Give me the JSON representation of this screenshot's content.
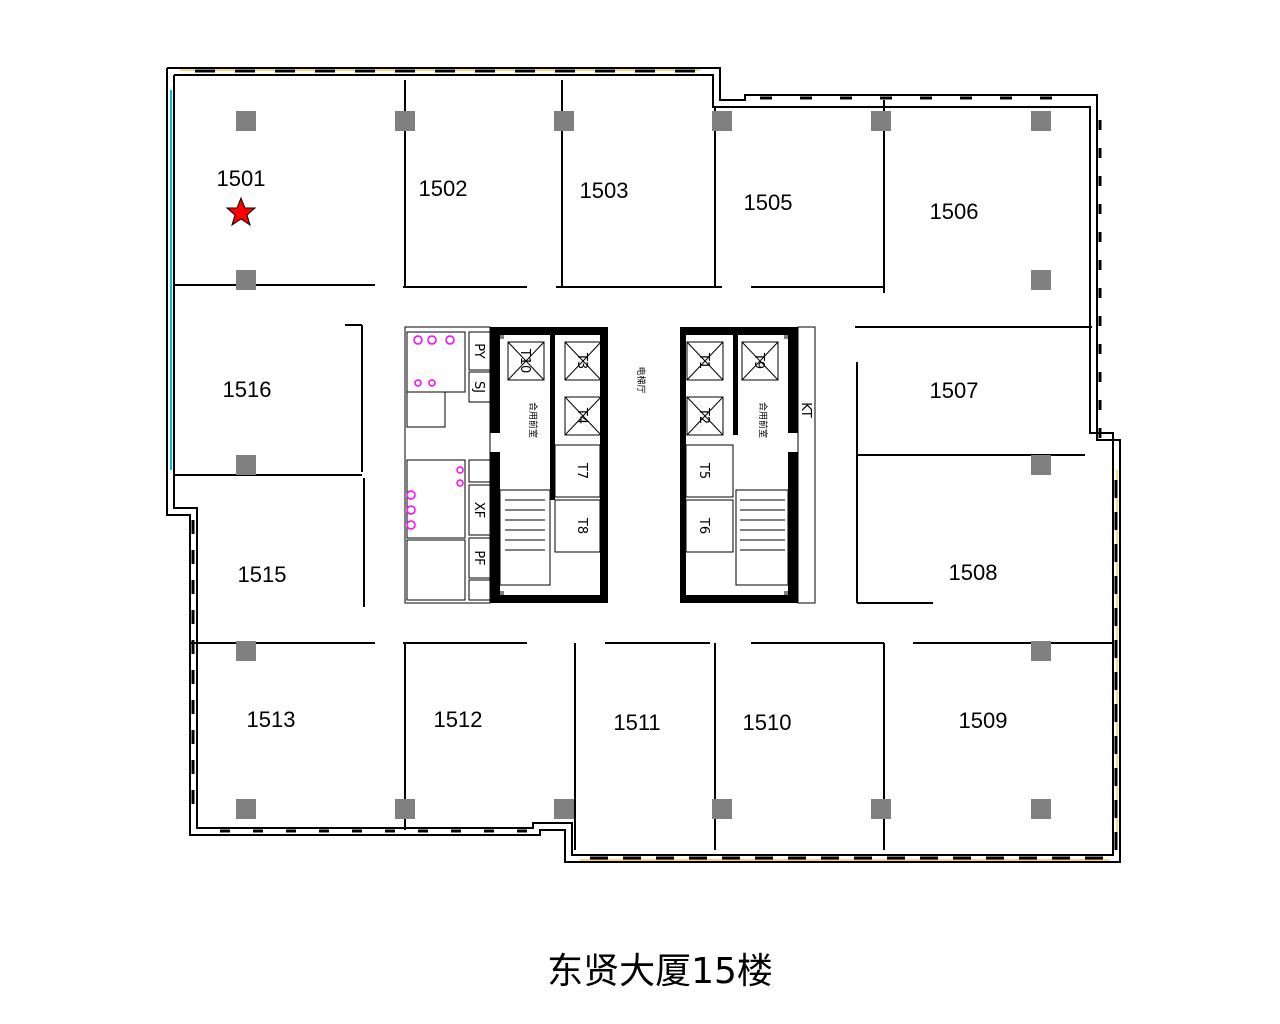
{
  "title": "东贤大厦15楼",
  "rooms": [
    "1501",
    "1502",
    "1503",
    "1505",
    "1506",
    "1507",
    "1508",
    "1509",
    "1510",
    "1511",
    "1512",
    "1513",
    "1515",
    "1516"
  ],
  "marker": {
    "room": "1501",
    "icon": "star-icon",
    "color": "#ff0000"
  },
  "elevators": [
    "T10",
    "T3",
    "T4",
    "T7",
    "T8",
    "T1",
    "T9",
    "T2",
    "T5",
    "T6"
  ],
  "shafts": {
    "py": "PY",
    "sj": "SJ",
    "pf": "PF",
    "xf": "XF",
    "kt": "KT"
  },
  "labels": {
    "lobby": "电梯厅",
    "front_room_left": "合用前室",
    "front_room_right": "合用前室"
  },
  "colors": {
    "column": "#808080",
    "wall": "#000000",
    "glass": "#00c0e0",
    "window_trim": "#f0b000",
    "fixture": "#ff00ff"
  }
}
